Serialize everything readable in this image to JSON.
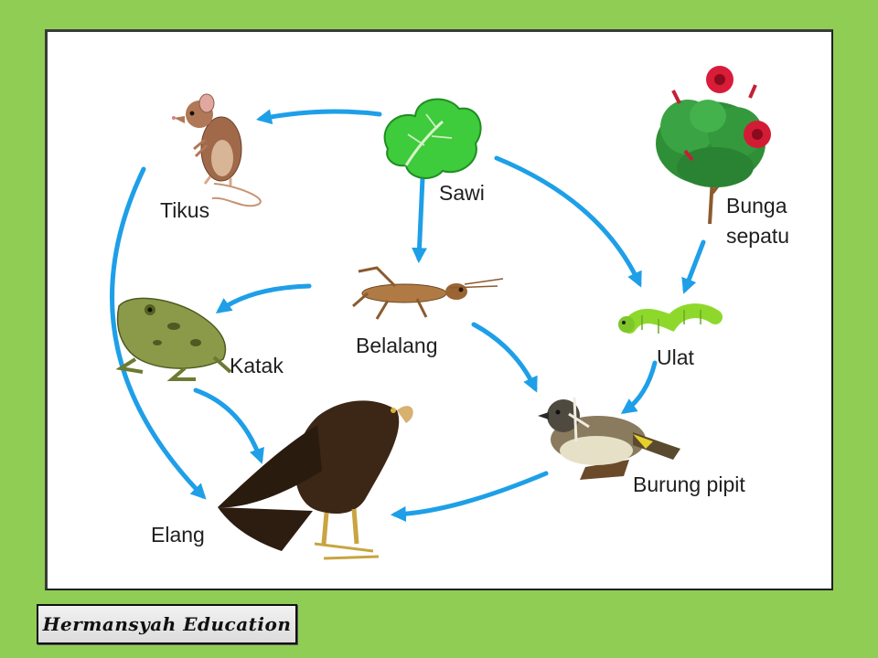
{
  "diagram": {
    "organisms": {
      "sawi": "Sawi",
      "tikus": "Tikus",
      "bunga_line1": "Bunga",
      "bunga_line2": "sepatu",
      "belalang": "Belalang",
      "katak": "Katak",
      "ulat": "Ulat",
      "burung": "Burung pipit",
      "elang": "Elang"
    },
    "colors": {
      "arrow": "#1e9fe8",
      "leaf": "#35c335",
      "caterpillar": "#8ed82c"
    }
  },
  "footer": {
    "brand": "Hermansyah Education"
  }
}
